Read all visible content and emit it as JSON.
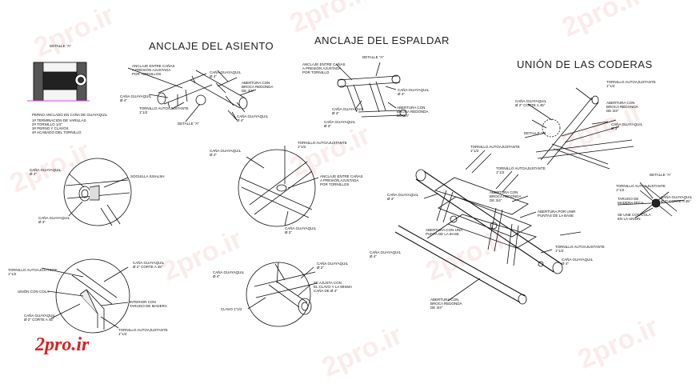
{
  "titles": {
    "asiento": "ANCLAJE DEL ASIENTO",
    "espaldar": "ANCLAJE DEL ESPALDAR",
    "coderas": "UNIÓN DE LAS CODERAS"
  },
  "watermark": "2pro.ir",
  "logo": "2pro.ir",
  "detail_a": {
    "title": "DETALLE \"A\"",
    "caption": "PERNO ANCLADO EN CAÑA DE GUAYAQUIL",
    "notes": [
      "1# TERMINACION DE VARILLAS",
      "2# TORNILLO 1/4\"",
      "3# PERNO Y CLAVOS",
      "4# ACABADO DEL TORNILLO"
    ]
  },
  "asiento_labels": [
    "ANCLAJE ENTRE CAÑAS\nA PRESIÓN AJUSTADA\nPOR TORNILLOS",
    "CAÑA GUAYAQUIL\nØ 4\"",
    "ABERTURA CON\nBROCA REDONDA\nDE 3/4\"",
    "CAÑA GUAYAQUIL\nØ 4\"",
    "TORNILLO AUTOAJUSTANTE\n1\"1/2",
    "CAÑA GUAYAQUIL\nØ 4\"",
    "DETALLE \"A\""
  ],
  "espaldar_labels": [
    "ANCLAJE ENTRE CAÑAS\nA PRESIÓN AJUSTADA\nPOR TORNILLO",
    "DETALLE \"A\"",
    "CAÑA GUAYAQUIL\nØ 4\"",
    "CAÑA GUAYAQUIL\nØ 4\"",
    "ABERTURA CON\nBROCA REDONDA\nDE 3/4\"",
    "CAÑA GUAYAQUIL\nØ 3\""
  ],
  "coderas_labels": [
    "TORNILLO AUTOAJUSTANTE\n1\"1/2",
    "CAÑA GUAYAQUIL\nØ 2\" CORTE A 45°",
    "ABERTURA CON\nBROCA REDONDA\nDE 3/4\"",
    "DETALLE \"A\"",
    "CAÑA GUAYAQUIL\nØ 3\"",
    "TORNILLO AUTOAJUSTANTE\n1\"1/2",
    "TORNILLO AUTOAJUSTANTE\n1\"1/2"
  ],
  "circle1": [
    "CAÑA GUAYAQUIL\nØ 4\"",
    "SOGUILLA SISALSH",
    "CAÑA GUAYAQUIL\nØ 3\""
  ],
  "circle2": [
    "CAÑA GUAYAQUIL\nØ 4\"",
    "TORNILLO AUTOAJUSTANTE\n1\"1/2",
    "ANCLAJE ENTRE CAÑAS\nA PRESIÓN AJUSTADA\nPOR TORNILLOS",
    "CAÑA GUAYAQUIL\nØ 3\""
  ],
  "circle3": [
    "TORNILLO AUTOAJUSTANTE\n1\"1/2",
    "CAÑA GUAYAQUIL\nØ 2\" CORTE A 45°",
    "UNIÓN CON COLA",
    "INTERIOR CON\nTARUGO DE MADERA",
    "CAÑA GUAYAQUIL\nØ 2\" CORTE A 45°",
    "TORNILLO AUTOAJUSTANTE\n1\"1/2"
  ],
  "circle4": [
    "CAÑA GUAYAQUIL\nØ 4\"",
    "CAÑA GUAYAQUIL\nØ 2\"",
    "SE AJUSTA CON\nEL CLAVO Y LA MISMA\nCAÑA DE Ø 4\"",
    "CLAVO 1\"1/2"
  ],
  "main_labels": [
    "CAÑA GUAYAQUIL\nØ 3\"",
    "ABERTURA CON\nBROCA REDONDA\nDE 3/4\"",
    "ABERTURA CON UNA\nPUNTA DE LA BASE",
    "ABERTURA POR UNIR\nPUNTAS DE LA BASE",
    "TORNILLO AUTOAJUSTANTE\n1\"1/2",
    "CAÑA GUAYAQUIL\nØ 4\"",
    "CAÑA GUAYAQUIL\nØ 4\"",
    "ABERTURA CON\nBROCA REDONDA\nDE 3/4\""
  ],
  "detail_a_right": [
    "DETALLE \"A\"",
    "TORNILLO AUTOAJUSTANTE\n1\"1/2",
    "TARUGO DE\nMADERA TECA",
    "SE UNE CON COLA\nEN LA UNIÓN",
    "CAÑA GUAYAQUIL\nØ 2\" CORTE A 45°"
  ]
}
